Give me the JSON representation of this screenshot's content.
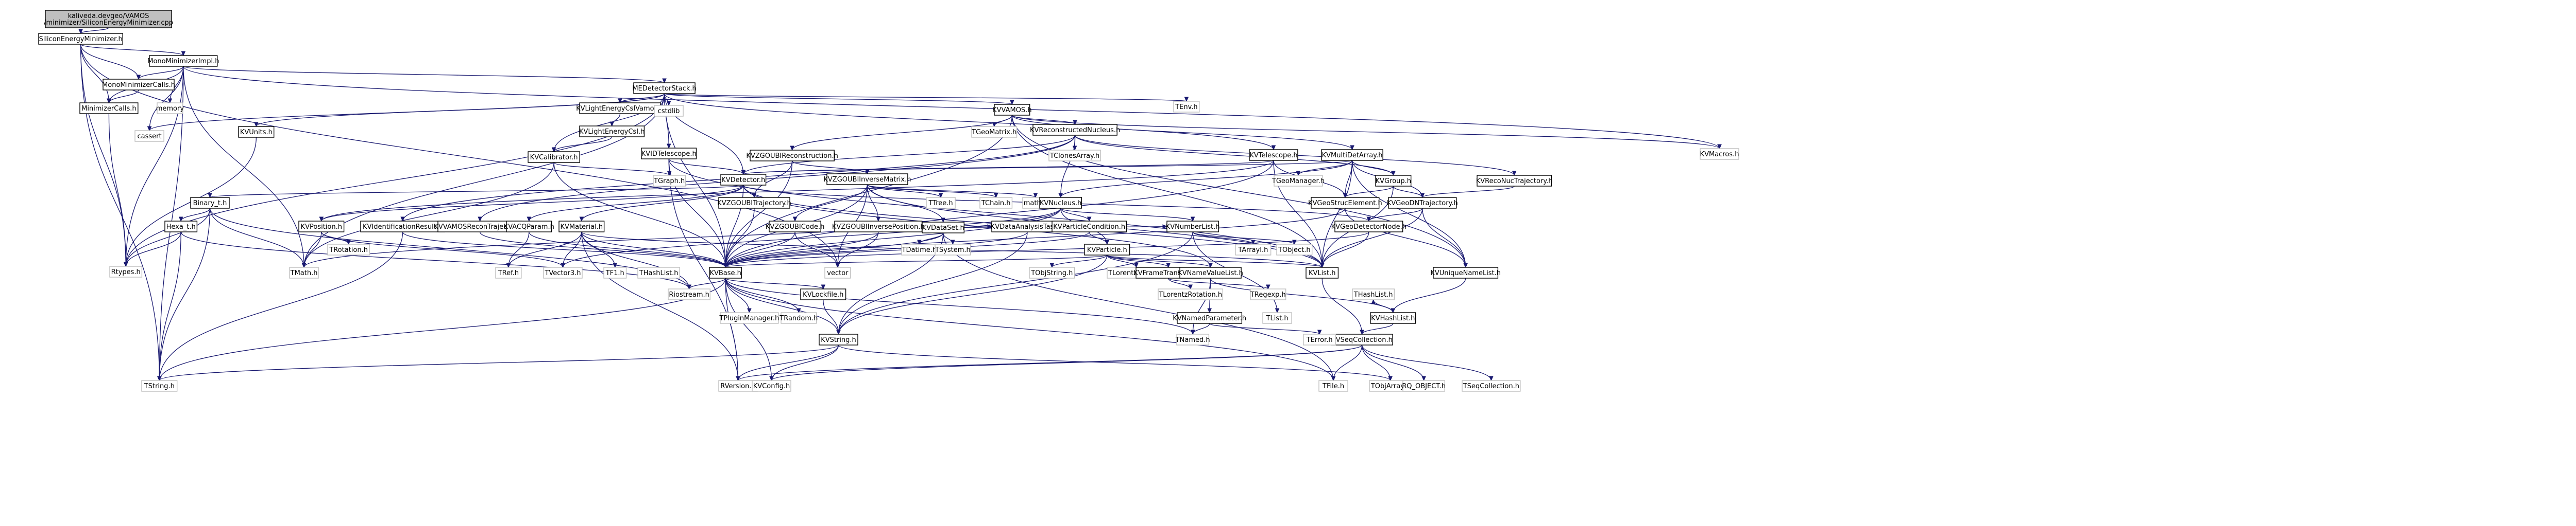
{
  "nodes": [
    {
      "id": "root",
      "label": [
        "kaliveda.devgeo/VAMOS",
        "/minimizer/SiliconEnergyMinimizer.cpp"
      ],
      "root": true
    },
    {
      "id": "n1",
      "label": [
        "SiliconEnergyMinimizer.h"
      ]
    },
    {
      "id": "n2",
      "label": [
        "MonoMinimizerImpl.h"
      ]
    },
    {
      "id": "n3",
      "label": [
        "MonoMinimizerCalls.h"
      ]
    },
    {
      "id": "n4",
      "label": [
        "MinimizerCalls.h"
      ]
    },
    {
      "id": "n5",
      "label": [
        "memory"
      ],
      "leaf": true
    },
    {
      "id": "n6",
      "label": [
        "cassert"
      ],
      "leaf": true
    },
    {
      "id": "n7",
      "label": [
        "MEDetectorStack.h"
      ]
    },
    {
      "id": "n8",
      "label": [
        "KVUnits.h"
      ]
    },
    {
      "id": "n9",
      "label": [
        "KVLightEnergyCsIVamos.h"
      ]
    },
    {
      "id": "n10",
      "label": [
        "KVLightEnergyCsI.h"
      ]
    },
    {
      "id": "n11",
      "label": [
        "KVCalibrator.h"
      ]
    },
    {
      "id": "n12",
      "label": [
        "cstdlib"
      ],
      "leaf": true
    },
    {
      "id": "n13",
      "label": [
        "KVIDTelescope.h"
      ]
    },
    {
      "id": "n14",
      "label": [
        "KVVAMOS.h"
      ]
    },
    {
      "id": "n15",
      "label": [
        "TGeoMatrix.h"
      ],
      "leaf": true
    },
    {
      "id": "n16",
      "label": [
        "KVReconstructedNucleus.h"
      ]
    },
    {
      "id": "n17",
      "label": [
        "KVZGOUBIReconstruction.h"
      ]
    },
    {
      "id": "n18",
      "label": [
        "KVZGOUBIInverseMatrix.h"
      ]
    },
    {
      "id": "n19",
      "label": [
        "TClonesArray.h"
      ],
      "leaf": true
    },
    {
      "id": "n20",
      "label": [
        "KVTelescope.h"
      ]
    },
    {
      "id": "n21",
      "label": [
        "KVMultiDetArray.h"
      ]
    },
    {
      "id": "n22",
      "label": [
        "TEnv.h"
      ],
      "leaf": true
    },
    {
      "id": "n23",
      "label": [
        "KVMacros.h"
      ],
      "leaf": true
    },
    {
      "id": "n24",
      "label": [
        "KVDetector.h"
      ]
    },
    {
      "id": "n25",
      "label": [
        "TGraph.h"
      ],
      "leaf": true
    },
    {
      "id": "n26",
      "label": [
        "KVGroup.h"
      ]
    },
    {
      "id": "n27",
      "label": [
        "TGeoManager.h"
      ],
      "leaf": true
    },
    {
      "id": "n28",
      "label": [
        "KVRecoNucTrajectory.h"
      ]
    },
    {
      "id": "n29",
      "label": [
        "KVGeoDNTrajectory.h"
      ]
    },
    {
      "id": "n30",
      "label": [
        "KVGeoStrucElement.h"
      ]
    },
    {
      "id": "n31",
      "label": [
        "Binary_t.h"
      ]
    },
    {
      "id": "n32",
      "label": [
        "Hexa_t.h"
      ]
    },
    {
      "id": "n33",
      "label": [
        "KVZGOUBITrajectory.h"
      ]
    },
    {
      "id": "n34",
      "label": [
        "TTree.h"
      ],
      "leaf": true
    },
    {
      "id": "n35",
      "label": [
        "TChain.h"
      ],
      "leaf": true
    },
    {
      "id": "n36",
      "label": [
        "math.h"
      ],
      "leaf": true
    },
    {
      "id": "n37",
      "label": [
        "KVNucleus.h"
      ]
    },
    {
      "id": "n38",
      "label": [
        "KVDataSet.h"
      ]
    },
    {
      "id": "n39",
      "label": [
        "KVPosition.h"
      ]
    },
    {
      "id": "n40",
      "label": [
        "KVIdentificationResult.h"
      ]
    },
    {
      "id": "n41",
      "label": [
        "KVVAMOSReconTrajectory.h"
      ]
    },
    {
      "id": "n42",
      "label": [
        "KVACQParam.h"
      ]
    },
    {
      "id": "n43",
      "label": [
        "KVMaterial.h"
      ]
    },
    {
      "id": "n44",
      "label": [
        "KVList.h"
      ]
    },
    {
      "id": "n45",
      "label": [
        "KVZGOUBICode.h"
      ]
    },
    {
      "id": "n46",
      "label": [
        "KVZGOUBIInversePosition.h"
      ]
    },
    {
      "id": "n47",
      "label": [
        "TDatime.h"
      ],
      "leaf": true
    },
    {
      "id": "n48",
      "label": [
        "TSystem.h"
      ],
      "leaf": true
    },
    {
      "id": "n49",
      "label": [
        "KVDataAnalysisTask.h"
      ]
    },
    {
      "id": "n50",
      "label": [
        "KVParticleCondition.h"
      ]
    },
    {
      "id": "n51",
      "label": [
        "KVParticle.h"
      ]
    },
    {
      "id": "n52",
      "label": [
        "KVNumberList.h"
      ]
    },
    {
      "id": "n53",
      "label": [
        "KVGeoDetectorNode.h"
      ]
    },
    {
      "id": "n54",
      "label": [
        "Rtypes.h"
      ],
      "leaf": true
    },
    {
      "id": "n55",
      "label": [
        "TMath.h"
      ],
      "leaf": true
    },
    {
      "id": "n56",
      "label": [
        "TRotation.h"
      ],
      "leaf": true
    },
    {
      "id": "n57",
      "label": [
        "TRef.h"
      ],
      "leaf": true
    },
    {
      "id": "n58",
      "label": [
        "TVector3.h"
      ],
      "leaf": true
    },
    {
      "id": "n59",
      "label": [
        "TF1.h"
      ],
      "leaf": true
    },
    {
      "id": "n60",
      "label": [
        "THashList.h"
      ],
      "leaf": true
    },
    {
      "id": "n61",
      "label": [
        "KVBase.h"
      ]
    },
    {
      "id": "n62",
      "label": [
        "vector"
      ],
      "leaf": true
    },
    {
      "id": "n63",
      "label": [
        "TObjString.h"
      ],
      "leaf": true
    },
    {
      "id": "n64",
      "label": [
        "TLorentzVector.h"
      ],
      "leaf": true
    },
    {
      "id": "n65",
      "label": [
        "KVFrameTransform.h"
      ]
    },
    {
      "id": "n66",
      "label": [
        "KVNameValueList.h"
      ]
    },
    {
      "id": "n67",
      "label": [
        "TArrayI.h"
      ],
      "leaf": true
    },
    {
      "id": "n68",
      "label": [
        "TObject.h"
      ],
      "leaf": true
    },
    {
      "id": "n69",
      "label": [
        "KVSeqCollection.h"
      ]
    },
    {
      "id": "n70",
      "label": [
        "KVUniqueNameList.h"
      ]
    },
    {
      "id": "n71",
      "label": [
        "Riostream.h"
      ],
      "leaf": true
    },
    {
      "id": "n72",
      "label": [
        "TPluginManager.h"
      ],
      "leaf": true
    },
    {
      "id": "n73",
      "label": [
        "TRandom.h"
      ],
      "leaf": true
    },
    {
      "id": "n74",
      "label": [
        "KVLockfile.h"
      ]
    },
    {
      "id": "n75",
      "label": [
        "TLorentzRotation.h"
      ],
      "leaf": true
    },
    {
      "id": "n76",
      "label": [
        "TRegexp.h"
      ],
      "leaf": true
    },
    {
      "id": "n77",
      "label": [
        "KVNamedParameter.h"
      ]
    },
    {
      "id": "n78",
      "label": [
        "TList.h"
      ],
      "leaf": true
    },
    {
      "id": "n79",
      "label": [
        "KVHashList.h"
      ]
    },
    {
      "id": "n80",
      "label": [
        "KVString.h"
      ]
    },
    {
      "id": "n81",
      "label": [
        "TNamed.h"
      ],
      "leaf": true
    },
    {
      "id": "n82",
      "label": [
        "TError.h"
      ],
      "leaf": true
    },
    {
      "id": "n83",
      "label": [
        "THashList.h"
      ],
      "leaf": true
    },
    {
      "id": "n84",
      "label": [
        "TString.h"
      ],
      "leaf": true
    },
    {
      "id": "n85",
      "label": [
        "RVersion.h"
      ],
      "leaf": true
    },
    {
      "id": "n86",
      "label": [
        "KVConfig.h"
      ],
      "leaf": true
    },
    {
      "id": "n87",
      "label": [
        "TFile.h"
      ],
      "leaf": true
    },
    {
      "id": "n88",
      "label": [
        "TObjArray.h"
      ],
      "leaf": true
    },
    {
      "id": "n89",
      "label": [
        "RQ_OBJECT.h"
      ],
      "leaf": true
    },
    {
      "id": "n90",
      "label": [
        "TSeqCollection.h"
      ],
      "leaf": true
    }
  ],
  "edges": [
    [
      "root",
      "n1"
    ],
    [
      "n1",
      "n2"
    ],
    [
      "n1",
      "n4"
    ],
    [
      "n1",
      "n3"
    ],
    [
      "n1",
      "n54"
    ],
    [
      "n1",
      "n84"
    ],
    [
      "n1",
      "n62"
    ],
    [
      "n2",
      "n3"
    ],
    [
      "n2",
      "n5"
    ],
    [
      "n2",
      "n6"
    ],
    [
      "n2",
      "n7"
    ],
    [
      "n2",
      "n4"
    ],
    [
      "n2",
      "n54"
    ],
    [
      "n2",
      "n55"
    ],
    [
      "n2",
      "n84"
    ],
    [
      "n2",
      "n23"
    ],
    [
      "n3",
      "n4"
    ],
    [
      "n4",
      "n54"
    ],
    [
      "n7",
      "n8"
    ],
    [
      "n7",
      "n9"
    ],
    [
      "n7",
      "n11"
    ],
    [
      "n7",
      "n12"
    ],
    [
      "n7",
      "n13"
    ],
    [
      "n7",
      "n14"
    ],
    [
      "n7",
      "n20"
    ],
    [
      "n7",
      "n22"
    ],
    [
      "n7",
      "n6"
    ],
    [
      "n7",
      "n54"
    ],
    [
      "n7",
      "n55"
    ],
    [
      "n7",
      "n61"
    ],
    [
      "n7",
      "n24"
    ],
    [
      "n8",
      "n54"
    ],
    [
      "n9",
      "n10"
    ],
    [
      "n10",
      "n11"
    ],
    [
      "n11",
      "n61"
    ],
    [
      "n11",
      "n25"
    ],
    [
      "n11",
      "n55"
    ],
    [
      "n13",
      "n24"
    ],
    [
      "n13",
      "n25"
    ],
    [
      "n13",
      "n61"
    ],
    [
      "n13",
      "n44"
    ],
    [
      "n13",
      "n85"
    ],
    [
      "n14",
      "n15"
    ],
    [
      "n14",
      "n16"
    ],
    [
      "n14",
      "n17"
    ],
    [
      "n14",
      "n21"
    ],
    [
      "n14",
      "n44"
    ],
    [
      "n14",
      "n61"
    ],
    [
      "n14",
      "n23"
    ],
    [
      "n14",
      "n70"
    ],
    [
      "n16",
      "n19"
    ],
    [
      "n16",
      "n37"
    ],
    [
      "n16",
      "n24"
    ],
    [
      "n16",
      "n40"
    ],
    [
      "n16",
      "n28"
    ],
    [
      "n16",
      "n41"
    ],
    [
      "n16",
      "n26"
    ],
    [
      "n17",
      "n18"
    ],
    [
      "n17",
      "n33"
    ],
    [
      "n17",
      "n61"
    ],
    [
      "n18",
      "n45"
    ],
    [
      "n18",
      "n46"
    ],
    [
      "n18",
      "n34"
    ],
    [
      "n18",
      "n35"
    ],
    [
      "n18",
      "n36"
    ],
    [
      "n18",
      "n38"
    ],
    [
      "n18",
      "n61"
    ],
    [
      "n18",
      "n44"
    ],
    [
      "n18",
      "n62"
    ],
    [
      "n20",
      "n24"
    ],
    [
      "n20",
      "n39"
    ],
    [
      "n20",
      "n44"
    ],
    [
      "n20",
      "n30"
    ],
    [
      "n20",
      "n61"
    ],
    [
      "n21",
      "n24"
    ],
    [
      "n21",
      "n27"
    ],
    [
      "n21",
      "n26"
    ],
    [
      "n21",
      "n30"
    ],
    [
      "n21",
      "n29"
    ],
    [
      "n21",
      "n37"
    ],
    [
      "n21",
      "n44"
    ],
    [
      "n21",
      "n70"
    ],
    [
      "n24",
      "n31"
    ],
    [
      "n24",
      "n39"
    ],
    [
      "n24",
      "n42"
    ],
    [
      "n24",
      "n43"
    ],
    [
      "n24",
      "n44"
    ],
    [
      "n24",
      "n53"
    ],
    [
      "n24",
      "n61"
    ],
    [
      "n24",
      "n66"
    ],
    [
      "n26",
      "n30"
    ],
    [
      "n26",
      "n29"
    ],
    [
      "n26",
      "n44"
    ],
    [
      "n28",
      "n29"
    ],
    [
      "n29",
      "n53"
    ],
    [
      "n29",
      "n70"
    ],
    [
      "n29",
      "n44"
    ],
    [
      "n30",
      "n61"
    ],
    [
      "n30",
      "n70"
    ],
    [
      "n31",
      "n32"
    ],
    [
      "n31",
      "n54"
    ],
    [
      "n31",
      "n55"
    ],
    [
      "n31",
      "n84"
    ],
    [
      "n31",
      "n71"
    ],
    [
      "n32",
      "n54"
    ],
    [
      "n32",
      "n84"
    ],
    [
      "n32",
      "n71"
    ],
    [
      "n33",
      "n61"
    ],
    [
      "n37",
      "n51"
    ],
    [
      "n37",
      "n52"
    ],
    [
      "n37",
      "n50"
    ],
    [
      "n37",
      "n61"
    ],
    [
      "n37",
      "n55"
    ],
    [
      "n37",
      "n58"
    ],
    [
      "n38",
      "n47"
    ],
    [
      "n38",
      "n48"
    ],
    [
      "n38",
      "n49"
    ],
    [
      "n38",
      "n52"
    ],
    [
      "n38",
      "n61"
    ],
    [
      "n38",
      "n87"
    ],
    [
      "n38",
      "n80"
    ],
    [
      "n39",
      "n55"
    ],
    [
      "n39",
      "n56"
    ],
    [
      "n39",
      "n58"
    ],
    [
      "n40",
      "n84"
    ],
    [
      "n40",
      "n61"
    ],
    [
      "n41",
      "n61"
    ],
    [
      "n42",
      "n61"
    ],
    [
      "n42",
      "n57"
    ],
    [
      "n43",
      "n61"
    ],
    [
      "n43",
      "n57"
    ],
    [
      "n43",
      "n58"
    ],
    [
      "n43",
      "n59"
    ],
    [
      "n43",
      "n44"
    ],
    [
      "n43",
      "n85"
    ],
    [
      "n43",
      "n71"
    ],
    [
      "n44",
      "n69"
    ],
    [
      "n45",
      "n61"
    ],
    [
      "n45",
      "n62"
    ],
    [
      "n46",
      "n61"
    ],
    [
      "n46",
      "n62"
    ],
    [
      "n49",
      "n61"
    ],
    [
      "n49",
      "n80"
    ],
    [
      "n50",
      "n51"
    ],
    [
      "n50",
      "n61"
    ],
    [
      "n51",
      "n63"
    ],
    [
      "n51",
      "n64"
    ],
    [
      "n51",
      "n65"
    ],
    [
      "n51",
      "n66"
    ],
    [
      "n51",
      "n61"
    ],
    [
      "n51",
      "n80"
    ],
    [
      "n51",
      "n44"
    ],
    [
      "n52",
      "n67"
    ],
    [
      "n52",
      "n68"
    ],
    [
      "n52",
      "n80"
    ],
    [
      "n52",
      "n78"
    ],
    [
      "n53",
      "n61"
    ],
    [
      "n53",
      "n44"
    ],
    [
      "n61",
      "n71"
    ],
    [
      "n61",
      "n72"
    ],
    [
      "n61",
      "n73"
    ],
    [
      "n61",
      "n74"
    ],
    [
      "n61",
      "n80"
    ],
    [
      "n61",
      "n81"
    ],
    [
      "n61",
      "n84"
    ],
    [
      "n61",
      "n85"
    ],
    [
      "n61",
      "n86"
    ],
    [
      "n61",
      "n87"
    ],
    [
      "n65",
      "n75"
    ],
    [
      "n65",
      "n76"
    ],
    [
      "n66",
      "n77"
    ],
    [
      "n66",
      "n79"
    ],
    [
      "n66",
      "n81"
    ],
    [
      "n69",
      "n85"
    ],
    [
      "n69",
      "n86"
    ],
    [
      "n69",
      "n87"
    ],
    [
      "n69",
      "n88"
    ],
    [
      "n69",
      "n89"
    ],
    [
      "n69",
      "n90"
    ],
    [
      "n70",
      "n79"
    ],
    [
      "n74",
      "n80"
    ],
    [
      "n77",
      "n81"
    ],
    [
      "n77",
      "n82"
    ],
    [
      "n79",
      "n69"
    ],
    [
      "n79",
      "n83"
    ],
    [
      "n80",
      "n84"
    ],
    [
      "n80",
      "n85"
    ],
    [
      "n80",
      "n86"
    ],
    [
      "n80",
      "n88"
    ]
  ]
}
